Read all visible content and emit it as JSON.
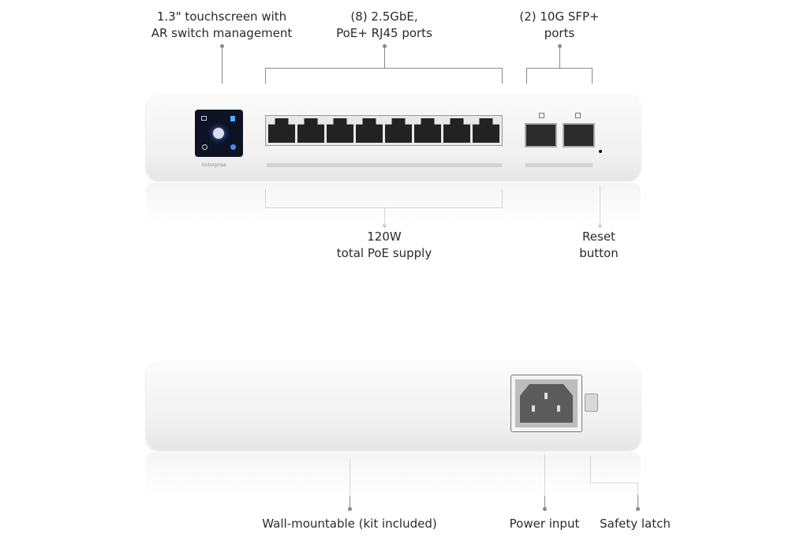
{
  "labels": {
    "touchscreen": [
      "1.3\" touchscreen with",
      "AR switch management"
    ],
    "rj45": [
      "(8) 2.5GbE,",
      "PoE+ RJ45 ports"
    ],
    "sfp": [
      "(2) 10G SFP+",
      "ports"
    ],
    "poe_supply": [
      "120W",
      "total PoE supply"
    ],
    "reset": [
      "Reset",
      "button"
    ],
    "wall": "Wall-mountable (kit included)",
    "power": "Power input",
    "latch": "Safety latch"
  },
  "device_brand": "Enterprise"
}
